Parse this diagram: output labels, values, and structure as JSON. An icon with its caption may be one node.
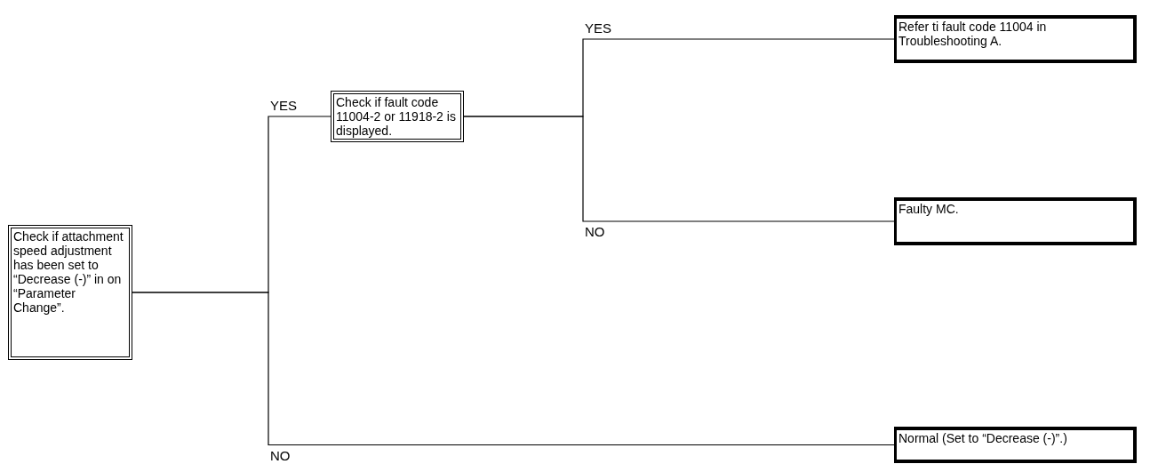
{
  "diagram": {
    "nodes": [
      {
        "text": [
          "Check if attachment speed adjustment has been set to “Decrease (-)” in on “Parameter Change”."
        ]
      },
      {
        "text": [
          "Check if fault code 11004-2 or 11918-2 is displayed."
        ]
      },
      {
        "text": [
          "Refer ti fault code 11004 in Troubleshooting A."
        ]
      },
      {
        "text": [
          "Faulty MC."
        ]
      },
      {
        "text": [
          "Normal (Set to “Decrease (-)”.)"
        ]
      }
    ],
    "edges": [
      {
        "from": 0,
        "to": 1,
        "arrow": "none",
        "label": "YES"
      },
      {
        "from": 0,
        "to": 4,
        "arrow": "none",
        "label": "NO"
      },
      {
        "from": 1,
        "to": 2,
        "arrow": "none",
        "label": "YES"
      },
      {
        "from": 1,
        "to": 3,
        "arrow": "none",
        "label": "NO"
      }
    ]
  }
}
